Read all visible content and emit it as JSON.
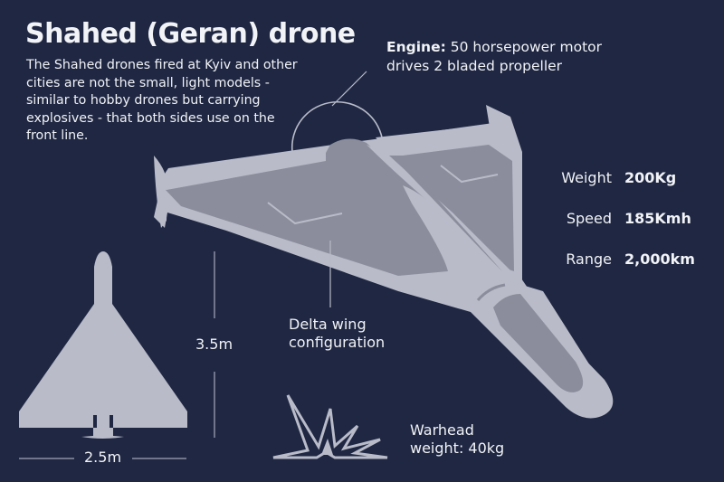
{
  "title": "Shahed (Geran) drone",
  "intro": "The Shahed drones fired at Kyiv and other cities are not the small, light models - similar to hobby drones but carrying explosives - that both sides use on the front line.",
  "engine": {
    "label": "Engine:",
    "text": " 50 horsepower motor",
    "line2": "drives 2 bladed propeller"
  },
  "specs": [
    {
      "label": "Weight",
      "value": "200Kg"
    },
    {
      "label": "Speed",
      "value": "185Kmh"
    },
    {
      "label": "Range",
      "value": "2,000km"
    }
  ],
  "delta": {
    "line1": "Delta wing",
    "line2": "configuration"
  },
  "warhead": {
    "line1": "Warhead",
    "line2": "weight: 40kg"
  },
  "dimensions": {
    "length": "3.5m",
    "wingspan": "2.5m"
  },
  "colors": {
    "background": "#1f2742",
    "drone_light": "#b9bbc9",
    "drone_dark": "#8b8d9c",
    "text": "#f2f3f7"
  },
  "icons": [
    "drone-illustration",
    "drone-silhouette-icon",
    "explosion-icon",
    "propeller-arc-icon"
  ]
}
